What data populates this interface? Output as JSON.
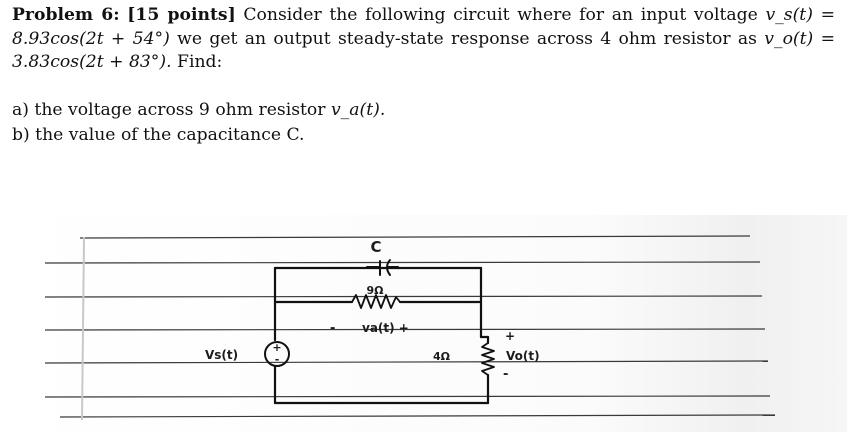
{
  "problem": {
    "label": "Problem 6:",
    "points": "[15 points]",
    "text_1": "Consider the following circuit where for an input voltage",
    "vs_expr": "v_s(t)",
    "eq_1": "=",
    "input_signal": "8.93cos(2t + 54°)",
    "text_2": "we get an output steady-state response across 4 ohm resistor as",
    "vo_expr": "v_o(t)",
    "eq_2": "=",
    "output_signal": "3.83cos(2t + 83°).",
    "find": "Find:"
  },
  "questions": [
    {
      "label": "a) the voltage across 9 ohm resistor",
      "expr": "v_a(t)."
    },
    {
      "label": "b) the value of the capacitance C.",
      "expr": ""
    }
  ],
  "circuit_labels": {
    "capacitor": "C",
    "resistor_9": "9Ω",
    "va": "va(t) +",
    "va_minus": "-",
    "vs": "Vs(t)",
    "source_plus": "+",
    "source_minus": "-",
    "resistor_4": "4Ω",
    "vo_plus": "+",
    "vo": "Vo(t)"
  }
}
